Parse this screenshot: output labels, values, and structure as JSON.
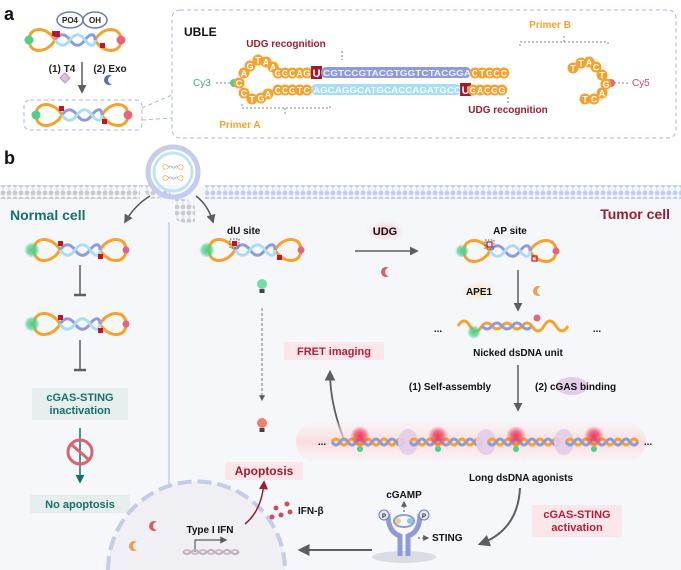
{
  "panel_a": {
    "label": "a",
    "pill_left": "PO4",
    "pill_right": "OH",
    "step1": "(1) T4",
    "step2": "(2) Exo"
  },
  "uble": {
    "title": "UBLE",
    "udg_top": "UDG recognition",
    "udg_bottom": "UDG recognition",
    "primer_a": "Primer A",
    "primer_b": "Primer B",
    "cy3": "Cy3",
    "cy5": "Cy5",
    "u_base": "U",
    "left_loop": [
      "G",
      "T",
      "A",
      "A",
      "A",
      "C",
      "C",
      "T",
      "G",
      "A"
    ],
    "top_orange": "GGCAG",
    "top_blue": "CGTCCGTACGTGGTCTACGGA",
    "top_orange_right": "CTGCC",
    "bottom_orange": "CCGTC",
    "bottom_blue": "AGCAGGCATGCACCAGATGCC",
    "bottom_orange_right": "GACGG",
    "right_loop": [
      "T",
      "T",
      "A",
      "C",
      "T",
      "G",
      "A",
      "C",
      "T"
    ]
  },
  "panel_b": {
    "label": "b",
    "normal_cell": "Normal cell",
    "tumor_cell": "Tumor cell",
    "du_site": "dU site",
    "udg": "UDG",
    "ap_site": "AP site",
    "ape1": "APE1",
    "ellipsis": "...",
    "nicked": "Nicked dsDNA unit",
    "fret": "FRET imaging",
    "self_assembly": "(1) Self-assembly",
    "cgas_binding_prefix": "(2) ",
    "cgas_binding_word": "cGAS",
    "cgas_binding_suffix": " binding",
    "long_dsdna": "Long dsDNA agonists",
    "cgas_inact_1": "cGAS-STING",
    "cgas_inact_2": "inactivation",
    "no_apoptosis": "No apoptosis",
    "apoptosis": "Apoptosis",
    "ifn_beta": "IFN-β",
    "type_i_ifn": "Type I IFN",
    "cgamp": "cGAMP",
    "sting": "STING",
    "p_label": "P",
    "cgas_act_1": "cGAS-STING",
    "cgas_act_2": "activation"
  },
  "colors": {
    "orange": "#F7A12B",
    "blue_dark": "#8E9BD8",
    "blue_light": "#A9DDF3",
    "dark_red": "#A11B2E",
    "teal": "#16716A",
    "green_dye": "#4CD08A",
    "pink_dye": "#E8637D",
    "dashed_box": "#A9B7E4"
  }
}
